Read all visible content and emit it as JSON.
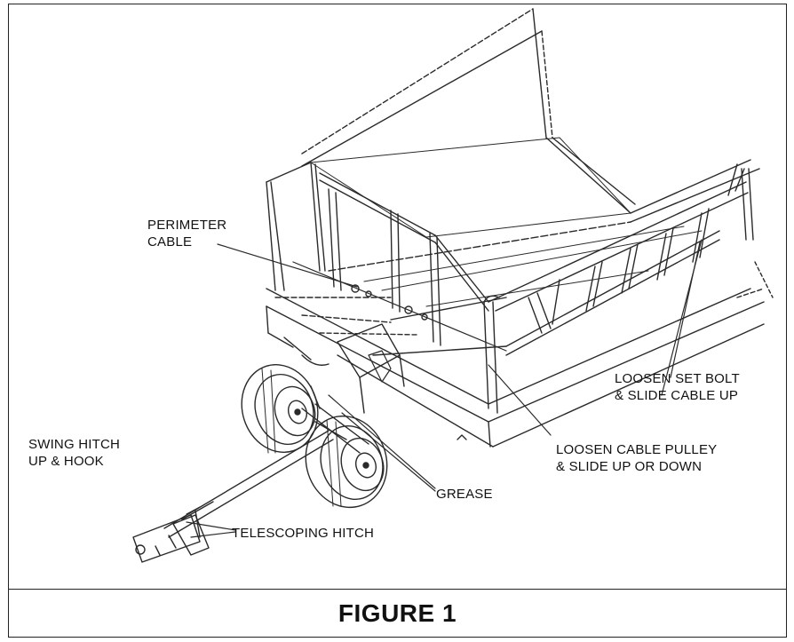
{
  "figure": {
    "caption": "FIGURE 1",
    "labels": {
      "perimeter_cable": [
        "PERIMETER",
        "CABLE"
      ],
      "loosen_set_bolt": [
        "LOOSEN SET BOLT",
        "& SLIDE CABLE UP"
      ],
      "swing_hitch": [
        "SWING HITCH",
        "UP & HOOK"
      ],
      "loosen_cable_pulley": [
        "LOOSEN CABLE PULLEY",
        "& SLIDE UP OR DOWN"
      ],
      "grease": "GREASE",
      "telescoping_hitch": "TELESCOPING HITCH"
    }
  }
}
